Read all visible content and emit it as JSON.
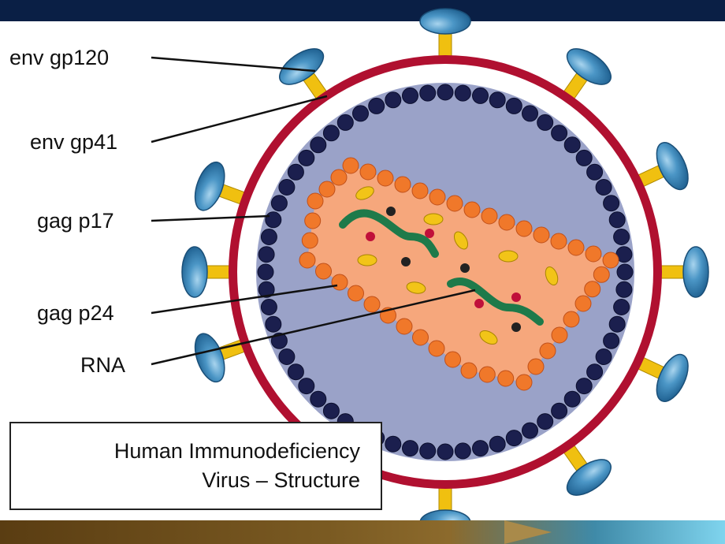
{
  "labels": {
    "env_gp120": "env gp120",
    "env_gp41": "env gp41",
    "gag_p17": "gag p17",
    "gag_p24": "gag p24",
    "rna": "RNA"
  },
  "caption": {
    "line1": "Human Immunodeficiency",
    "line2": "Virus – Structure"
  },
  "colors": {
    "header_bar": "#0a1f45",
    "envelope": "#b01030",
    "interior": "#9aa2c8",
    "matrix_bead": "#1b1f4e",
    "capsid_fill": "#f6a77c",
    "capsid_bead": "#f0782a",
    "spike_cap": "#3a86b8",
    "spike_stem": "#f0c010",
    "rna_strand": "#1e7a4a"
  }
}
